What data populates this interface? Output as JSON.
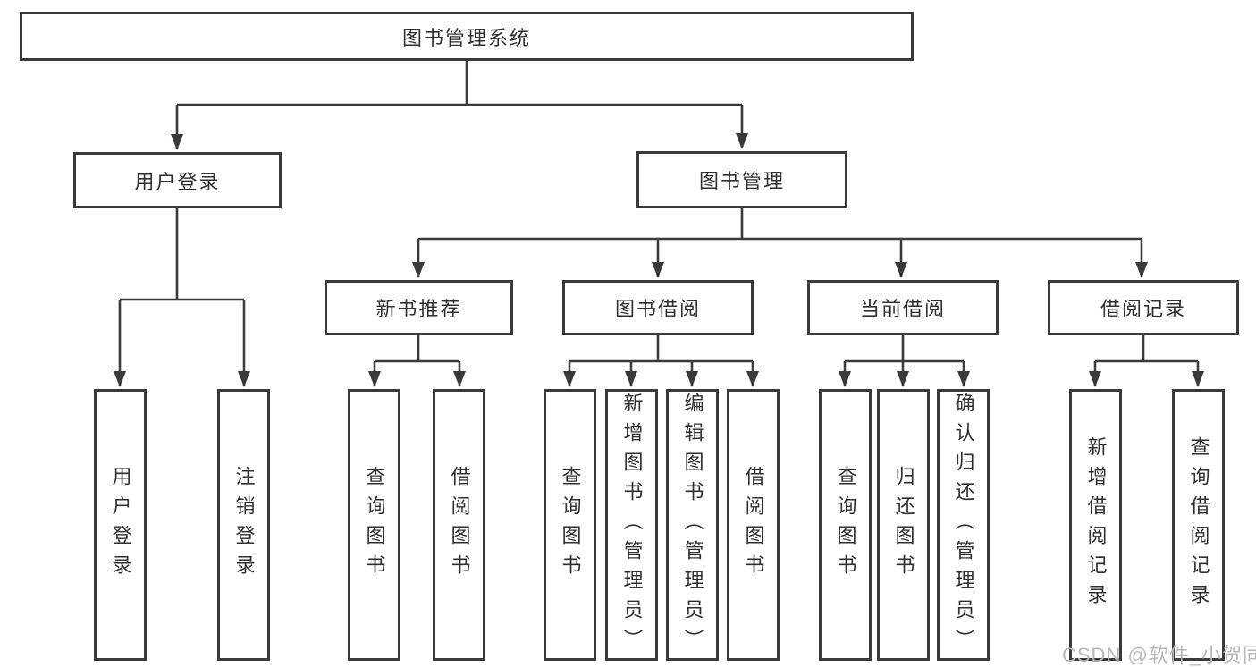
{
  "tree": {
    "label": "图书管理系统",
    "children": [
      {
        "label": "用户登录",
        "children": [
          {
            "label": "用户登录"
          },
          {
            "label": "注销登录"
          }
        ]
      },
      {
        "label": "图书管理",
        "children": [
          {
            "label": "新书推荐",
            "children": [
              {
                "label": "查询图书"
              },
              {
                "label": "借阅图书"
              }
            ]
          },
          {
            "label": "图书借阅",
            "children": [
              {
                "label": "查询图书"
              },
              {
                "label": "新增图书（管理员）"
              },
              {
                "label": "编辑图书（管理员）"
              },
              {
                "label": "借阅图书"
              }
            ]
          },
          {
            "label": "当前借阅",
            "children": [
              {
                "label": "查询图书"
              },
              {
                "label": "归还图书"
              },
              {
                "label": "确认归还（管理员）"
              }
            ]
          },
          {
            "label": "借阅记录",
            "children": [
              {
                "label": "新增借阅记录"
              },
              {
                "label": "查询借阅记录"
              }
            ]
          }
        ]
      }
    ]
  },
  "watermark": "CSDN @软件_小贺同学",
  "colors": {
    "line": "#3a3a3a",
    "text": "#2f2f2f",
    "box_fill": "#ffffff",
    "watermark": "#b8b8b8",
    "background": "#ffffff"
  }
}
